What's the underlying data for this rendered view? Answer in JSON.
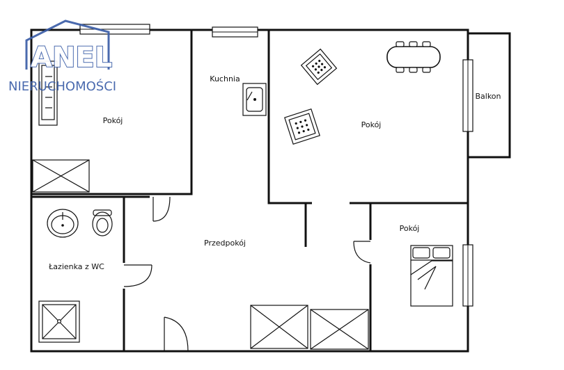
{
  "logo": {
    "brand": "ANEL",
    "subtitle": "NIERUCHOMOŚCI",
    "color": "#3b5ea8"
  },
  "rooms": {
    "room_left": "Pokój",
    "kitchen": "Kuchnia",
    "room_main": "Pokój",
    "balcony": "Balkon",
    "room_small": "Pokój",
    "hallway": "Przedpokój",
    "bathroom": "Łazienka z WC"
  },
  "colors": {
    "wall": "#111111",
    "background": "#ffffff"
  },
  "icons": [
    "radiator-icon",
    "sink-icon",
    "armchair-icon",
    "dining-table-icon",
    "washbasin-icon",
    "toilet-icon",
    "shower-tray-icon",
    "bed-icon",
    "wardrobe-icon",
    "window-icon",
    "door-icon"
  ]
}
